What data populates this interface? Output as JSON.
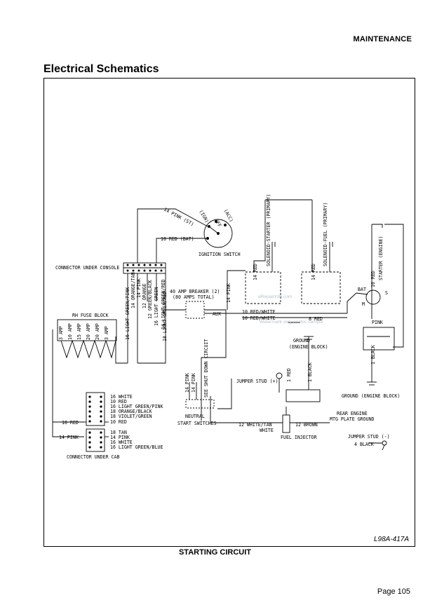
{
  "header": {
    "section": "MAINTENANCE"
  },
  "page_title": "Electrical Schematics",
  "figure_id": "L98A-417A",
  "caption": "STARTING CIRCUIT",
  "page_number": "Page 105",
  "watermark": {
    "main": "eRepairInfo.com",
    "sub": "Watermark only on this sample"
  },
  "labels": {
    "ignition_switch": "IGNITION SWITCH",
    "ign": "(IGN)",
    "acc": "(ACC)",
    "off": "OFF",
    "pink_st": "14 PINK (ST)",
    "red_bat": "10 RED (BAT)",
    "connector_console": "CONNECTOR UNDER CONSOLE",
    "breaker_1": "40 AMP BREAKER (2)",
    "breaker_2": "(80 AMPS TOTAL)",
    "aux": "AUX",
    "rh_fuse": "RH FUSE BLOCK",
    "fuse_1": "3 AMP",
    "fuse_2": "10 AMP",
    "fuse_3": "15 AMP",
    "fuse_4": "20 AMP",
    "fuse_5": "20 AMP",
    "fuse_6": "3 AMP",
    "w_lgp": "16 LIGHT GREEN/PINK",
    "w_og": "14 ORANGE/TAN",
    "w_pk": "14 PINK",
    "w_or": "12 ORANGE",
    "w_gb": "12 GREEN/BLACK",
    "w_lgr": "14 LIGHT GREEN/RED",
    "w_lg": "16 LIGHT GREEN",
    "w_red18": "18 LIGHT GREEN/RED",
    "red_white_1": "10 RED/WHITE",
    "red_white_2": "10 RED/WHITE",
    "red_8": "8 RED",
    "pink_14a": "14 PINK",
    "red_14a": "14 RED",
    "red_14b": "14 RED",
    "sol_starter": "SOLENOID-STARTER (PRIMARY)",
    "sol_fuel": "SOLENOID-FUEL (PRIMARY)",
    "red_10s": "10 RED",
    "starter_engine": "STARTER (ENGINE)",
    "bat": "BAT",
    "s_term": "S",
    "m_term": "M",
    "pink_r": "PINK",
    "black_1": "1 BLACK",
    "ground_eb": "GROUND",
    "ground_eb2": "(ENGINE BLOCK)",
    "jumper_plus": "JUMPER STUD (+)",
    "red_1": "1 RED",
    "black_1b": "1 BLACK",
    "ground_eb_b": "GROUND (ENGINE BLOCK)",
    "pink_14b": "14 PINK",
    "pink_14c": "14 PINK",
    "shutdown": "SEE SHUT DOWN CIRCUIT",
    "neutral_1": "NEUTRAL",
    "neutral_2": "START SWITCHES",
    "white_tan": "12 WHITE/TAN",
    "white_w": "WHITE",
    "brown_12": "12 BROWN",
    "fuel_injector": "FUEL INJECTOR",
    "rear_engine_1": "REAR ENGINE",
    "rear_engine_2": "MTG PLATE GROUND",
    "jumper_minus": "JUMPER STUD (-)",
    "black_4": "4 BLACK",
    "red_10_left": "10 RED",
    "pink_14_left": "14 PINK",
    "connector_cab": "CONNECTOR UNDER CAB"
  },
  "cab_connector_upper": [
    "16 WHITE",
    "10 RED",
    "16 LIGHT GREEN/PINK",
    "18 ORANGE/BLACK",
    "18 VIOLET/GREEN",
    "10 RED"
  ],
  "cab_connector_lower": [
    "18 TAN",
    "14 PINK",
    "16 WHITE",
    "16 LIGHT GREEN/BLUE"
  ]
}
